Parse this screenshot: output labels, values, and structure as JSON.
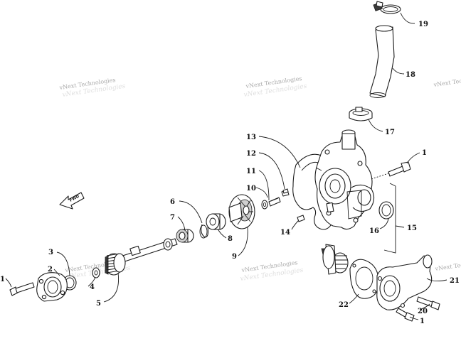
{
  "watermark": {
    "text": "vNext Technologies"
  },
  "fwd_label": "FWD",
  "callouts": {
    "c1a": "1",
    "c1b": "1",
    "c1c": "1",
    "c2": "2",
    "c3": "3",
    "c4": "4",
    "c5": "5",
    "c6": "6",
    "c7": "7",
    "c8": "8",
    "c9": "9",
    "c10": "10",
    "c11": "11",
    "c12": "12",
    "c13": "13",
    "c14": "14",
    "c15": "15",
    "c16": "16",
    "c17": "17",
    "c18": "18",
    "c19": "19",
    "c20": "20",
    "c21": "21",
    "c22": "22"
  }
}
